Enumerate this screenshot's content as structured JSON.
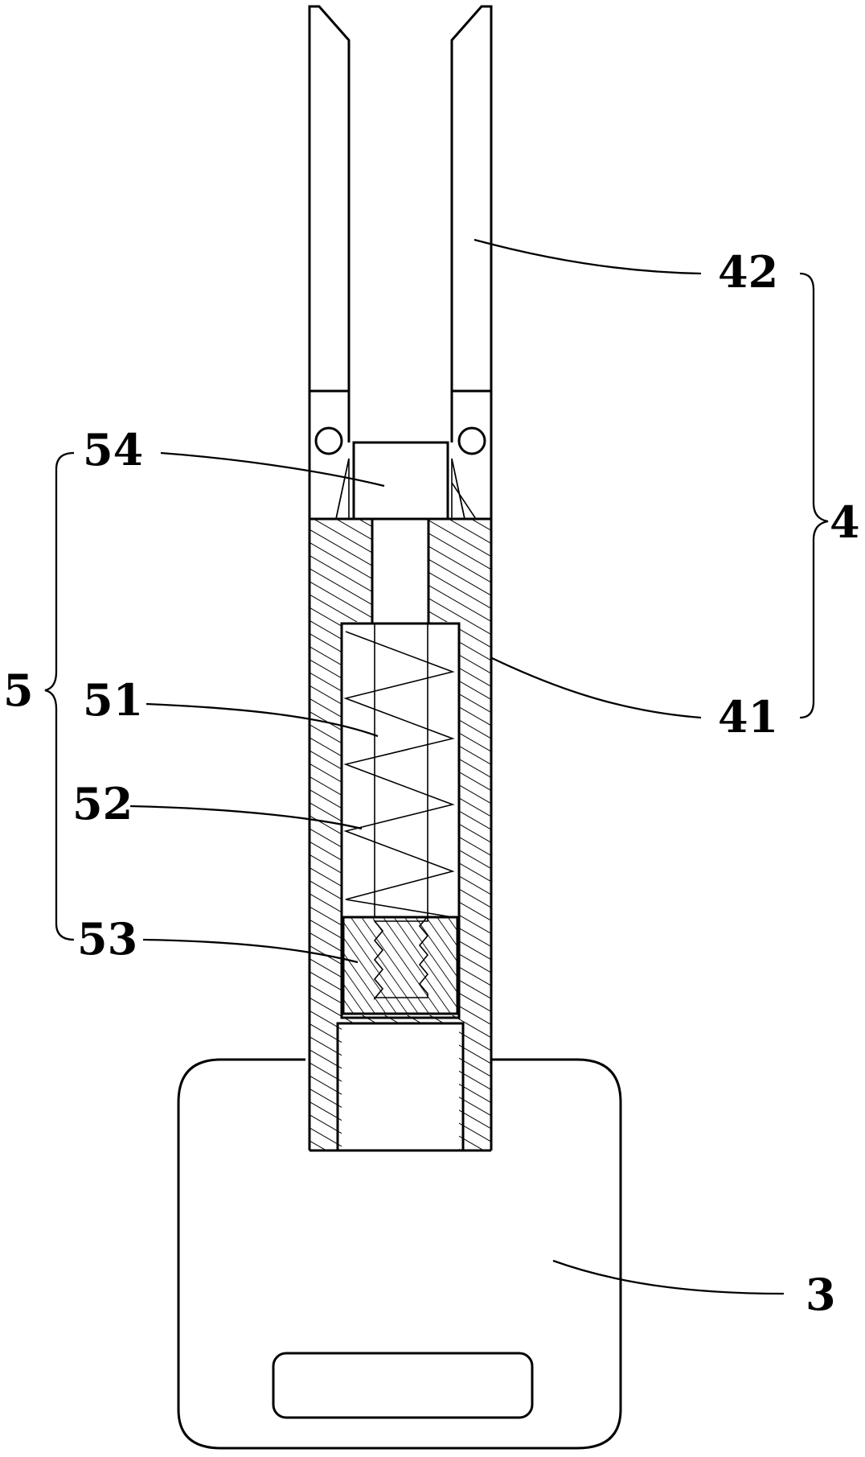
{
  "labels": {
    "l42": "42",
    "l4": "4",
    "l54": "54",
    "l5": "5",
    "l51": "51",
    "l41": "41",
    "l52": "52",
    "l53": "53",
    "l3": "3"
  }
}
